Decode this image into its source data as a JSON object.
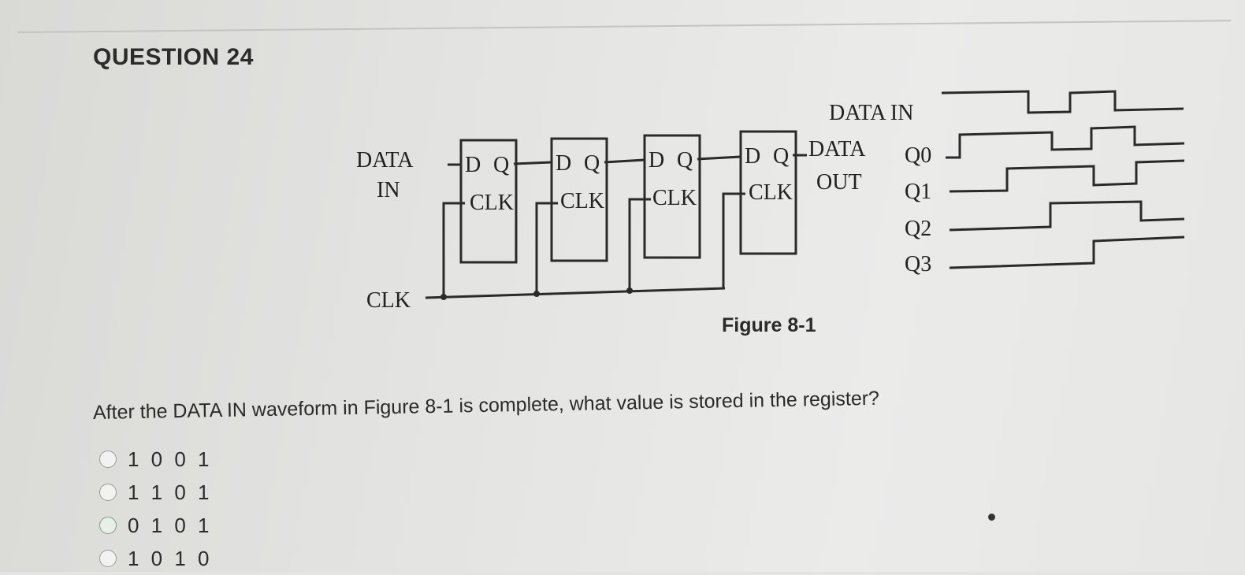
{
  "question": {
    "title": "QUESTION 24",
    "prompt": "After the DATA IN waveform in Figure 8-1 is complete, what value is stored in the register?"
  },
  "figure": {
    "caption": "Figure 8-1",
    "input_label_line1": "DATA",
    "input_label_line2": "IN",
    "clk_label": "CLK",
    "output_label_line1": "DATA",
    "output_label_line2": "OUT",
    "flipflops": [
      {
        "d": "D",
        "q": "Q",
        "clk": "CLK"
      },
      {
        "d": "D",
        "q": "Q",
        "clk": "CLK"
      },
      {
        "d": "D",
        "q": "Q",
        "clk": "CLK"
      },
      {
        "d": "D",
        "q": "Q",
        "clk": "CLK"
      }
    ],
    "waveform_labels": [
      "DATA IN",
      "Q0",
      "Q1",
      "Q2",
      "Q3"
    ]
  },
  "options": [
    {
      "label": "1 0 0 1"
    },
    {
      "label": "1 1 0 1"
    },
    {
      "label": "0 1 0 1"
    },
    {
      "label": "1 0 1 0"
    }
  ]
}
